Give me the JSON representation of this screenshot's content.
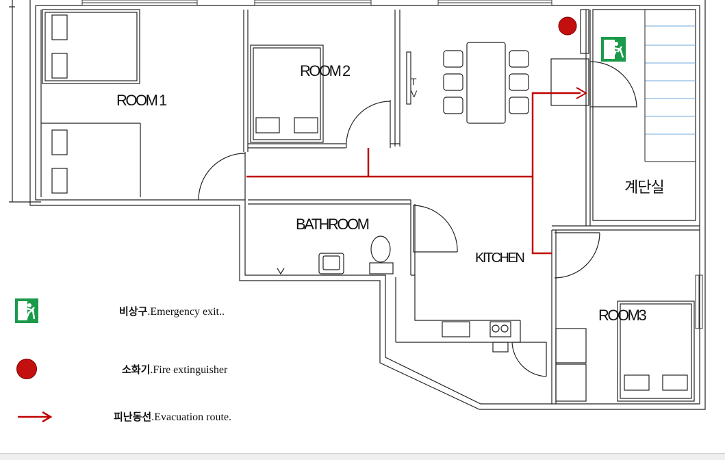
{
  "rooms": {
    "room1": "ROOM 1",
    "room2": "ROOM 2",
    "room3": "ROOM3",
    "bathroom": "BATHROOM",
    "kitchen": "KITCHEN",
    "stairs": "계단실",
    "tv": "T\nV"
  },
  "legend": {
    "exit_ko": "비상구",
    "exit_en": ".Emergency exit..",
    "extinguisher_ko": "소화기",
    "extinguisher_en": ".Fire extinguisher",
    "route_ko": "피난동선",
    "route_en": ".Evacuation route."
  },
  "colors": {
    "wall": "#222222",
    "route": "#c00000",
    "exit_sign": "#1a9a4a",
    "extinguisher": "#c40f0f",
    "stair_line": "#6fa8dc"
  },
  "icons": [
    "emergency-exit-icon",
    "fire-extinguisher-icon",
    "evacuation-arrow-icon"
  ]
}
